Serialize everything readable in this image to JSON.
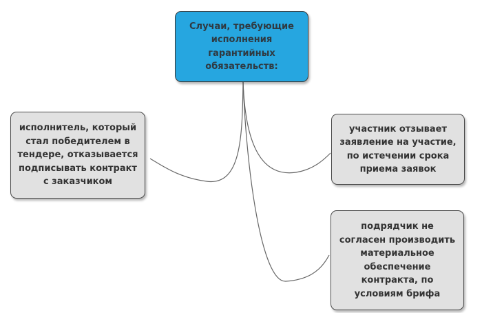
{
  "diagram": {
    "root": {
      "text": "Случаи, требующие исполнения гарантийных обязательств:"
    },
    "branches": [
      {
        "text": "исполнитель, который стал победителем в тендере, отказывается подписывать контракт с заказчиком"
      },
      {
        "text": "участник отзывает заявление на участие, по истечении срока приема заявок"
      },
      {
        "text": "подрядчик не согласен производить материальное обеспечение контракта, по условиям брифа"
      }
    ],
    "colors": {
      "root_fill": "#26a6e0",
      "node_fill": "#e1e1e1",
      "border": "#4a4a4a",
      "connector": "#666666",
      "text": "#333333"
    }
  }
}
